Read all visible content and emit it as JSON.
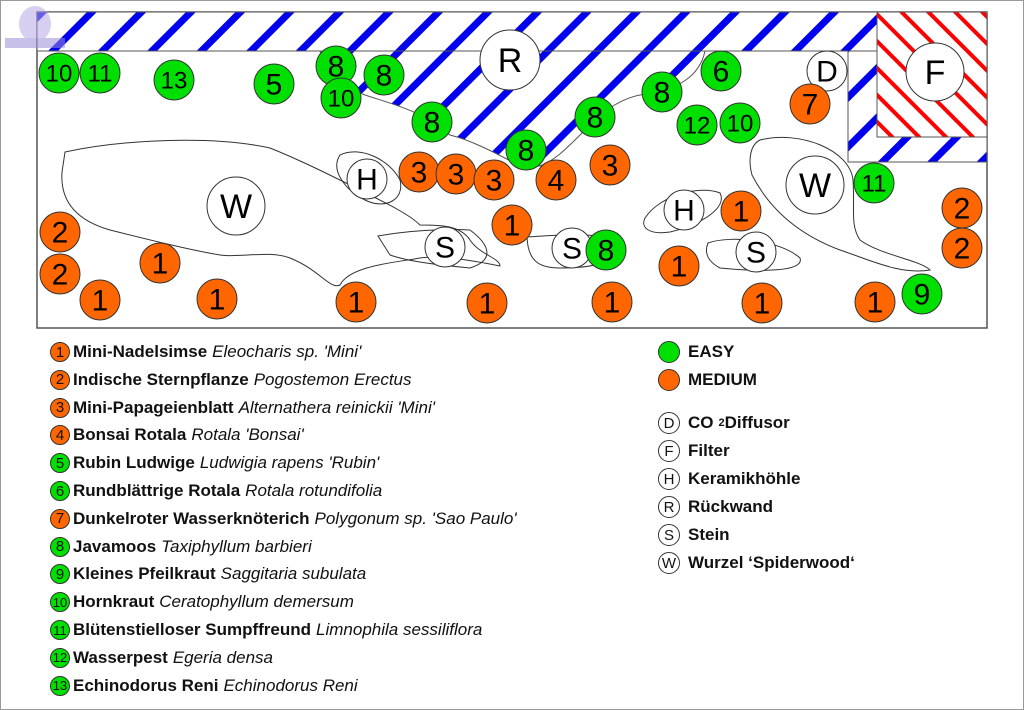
{
  "colors": {
    "easy": "#00e000",
    "medium": "#ff6600",
    "equipment": "#ffffff",
    "backwall_hatch": "#0000ee",
    "filter_hatch": "#ff0000"
  },
  "markers": {
    "easy": [
      "10",
      "11",
      "13",
      "5",
      "8",
      "10",
      "8",
      "8",
      "8",
      "8",
      "8",
      "6",
      "12",
      "10",
      "11",
      "9",
      "8"
    ],
    "medium": [
      "3",
      "3",
      "3",
      "4",
      "3",
      "1",
      "2",
      "2",
      "1",
      "1",
      "1",
      "1",
      "1",
      "1",
      "1",
      "1",
      "1",
      "1",
      "2",
      "2",
      "7"
    ],
    "equipment": [
      "R",
      "W",
      "H",
      "S",
      "S",
      "H",
      "S",
      "W",
      "D",
      "F"
    ]
  },
  "plants": [
    {
      "num": "1",
      "color": "medium",
      "name": "Mini-Nadelsimse",
      "latin": "Eleocharis sp. 'Mini'"
    },
    {
      "num": "2",
      "color": "medium",
      "name": "Indische Sternpflanze",
      "latin": "Pogostemon Erectus"
    },
    {
      "num": "3",
      "color": "medium",
      "name": "Mini-Papageienblatt",
      "latin": "Alternathera reinickii 'Mini'"
    },
    {
      "num": "4",
      "color": "medium",
      "name": "Bonsai Rotala",
      "latin": "Rotala 'Bonsai'"
    },
    {
      "num": "5",
      "color": "easy",
      "name": "Rubin Ludwige",
      "latin": "Ludwigia rapens 'Rubin'"
    },
    {
      "num": "6",
      "color": "easy",
      "name": "Rundblättrige Rotala",
      "latin": "Rotala rotundifolia"
    },
    {
      "num": "7",
      "color": "medium",
      "name": "Dunkelroter Wasserknöterich",
      "latin": "Polygonum sp. 'Sao Paulo'"
    },
    {
      "num": "8",
      "color": "easy",
      "name": "Javamoos",
      "latin": "Taxiphyllum barbieri"
    },
    {
      "num": "9",
      "color": "easy",
      "name": "Kleines Pfeilkraut",
      "latin": "Saggitaria subulata"
    },
    {
      "num": "10",
      "color": "easy",
      "name": "Hornkraut",
      "latin": "Ceratophyllum demersum"
    },
    {
      "num": "11",
      "color": "easy",
      "name": "Blütenstielloser Sumpffreund",
      "latin": "Limnophila sessiliflora"
    },
    {
      "num": "12",
      "color": "easy",
      "name": "Wasserpest",
      "latin": "Egeria densa"
    },
    {
      "num": "13",
      "color": "easy",
      "name": "Echinodorus Reni",
      "latin": "Echinodorus Reni"
    }
  ],
  "difficulty": [
    {
      "label": "EASY",
      "color": "easy"
    },
    {
      "label": "MEDIUM",
      "color": "medium"
    }
  ],
  "equipment": [
    {
      "letter": "D",
      "label": "CO",
      "sub": "2",
      "label2": " Diffusor"
    },
    {
      "letter": "F",
      "label": "Filter"
    },
    {
      "letter": "H",
      "label": "Keramikhöhle"
    },
    {
      "letter": "R",
      "label": "Rückwand"
    },
    {
      "letter": "S",
      "label": "Stein"
    },
    {
      "letter": "W",
      "label": "Wurzel ‘Spiderwood‘"
    }
  ]
}
